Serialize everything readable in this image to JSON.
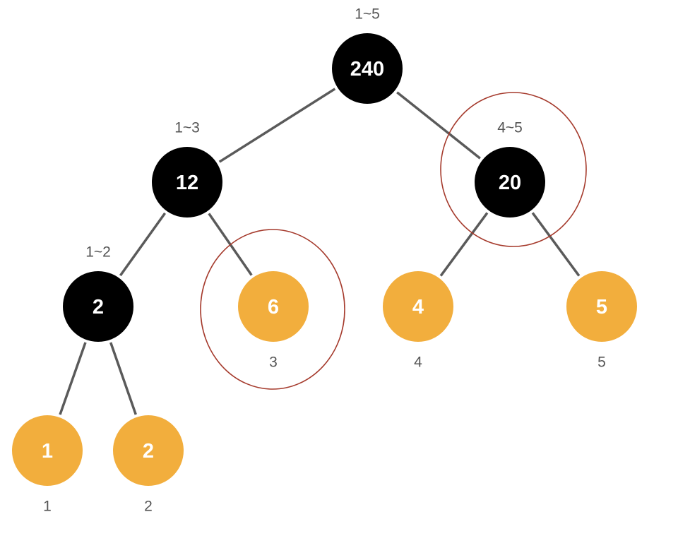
{
  "colors": {
    "internal_node": "#000000",
    "leaf_node": "#f2ae3d",
    "node_text": "#ffffff",
    "edge": "#5a5a5a",
    "label": "#555555",
    "highlight": "#a53a2c"
  },
  "nodes": [
    {
      "id": "root",
      "kind": "internal",
      "value": "240",
      "range": "1~5"
    },
    {
      "id": "n13",
      "kind": "internal",
      "value": "12",
      "range": "1~3"
    },
    {
      "id": "n45",
      "kind": "internal",
      "value": "20",
      "range": "4~5"
    },
    {
      "id": "n12",
      "kind": "internal",
      "value": "2",
      "range": "1~2"
    },
    {
      "id": "leaf3",
      "kind": "leaf",
      "value": "6",
      "range": "3"
    },
    {
      "id": "leaf4",
      "kind": "leaf",
      "value": "4",
      "range": "4"
    },
    {
      "id": "leaf5",
      "kind": "leaf",
      "value": "5",
      "range": "5"
    },
    {
      "id": "leaf1",
      "kind": "leaf",
      "value": "1",
      "range": "1"
    },
    {
      "id": "leaf2",
      "kind": "leaf",
      "value": "2",
      "range": "2"
    }
  ],
  "edges": [
    [
      "root",
      "n13"
    ],
    [
      "root",
      "n45"
    ],
    [
      "n13",
      "n12"
    ],
    [
      "n13",
      "leaf3"
    ],
    [
      "n12",
      "leaf1"
    ],
    [
      "n12",
      "leaf2"
    ],
    [
      "n45",
      "leaf4"
    ],
    [
      "n45",
      "leaf5"
    ]
  ],
  "highlighted_nodes": [
    "leaf3",
    "n45"
  ]
}
